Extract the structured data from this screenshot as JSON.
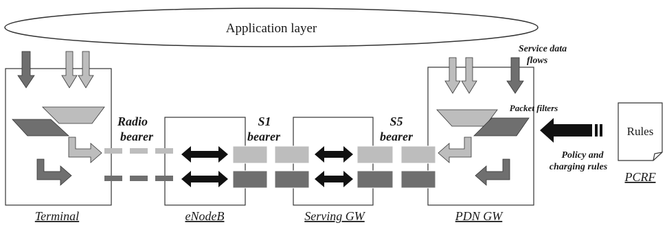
{
  "diagram": {
    "application_layer": "Application layer",
    "labels": {
      "radio_bearer_1": "Radio",
      "radio_bearer_2": "bearer",
      "s1_bearer_1": "S1",
      "s1_bearer_2": "bearer",
      "s5_bearer_1": "S5",
      "s5_bearer_2": "bearer",
      "service_data_flows_1": "Service data",
      "service_data_flows_2": "flows",
      "packet_filters": "Packet filters",
      "policy_rules_1": "Policy and",
      "policy_rules_2": "charging rules",
      "rules_doc": "Rules"
    },
    "nodes": {
      "terminal": "Terminal",
      "enodeb": "eNodeB",
      "serving_gw": "Serving GW",
      "pdn_gw": "PDN GW",
      "pcrf": "PCRF"
    },
    "colors": {
      "dark": "#6f6f6f",
      "light": "#bdbdbd",
      "black": "#111111",
      "box_stroke": "#333333"
    }
  }
}
